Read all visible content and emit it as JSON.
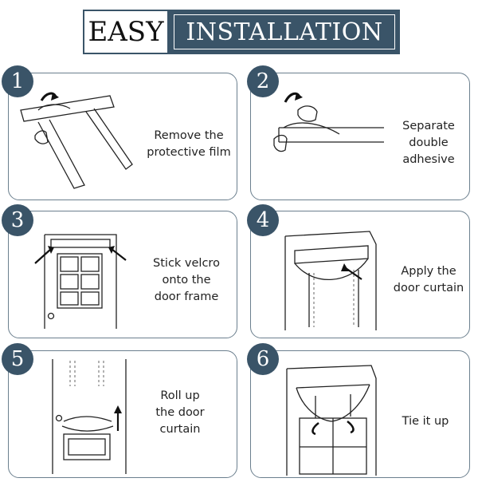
{
  "banner": {
    "left": "EASY",
    "right": "INSTALLATION"
  },
  "steps": [
    {
      "num": "1",
      "caption": "Remove the\nprotective film"
    },
    {
      "num": "2",
      "caption": "Separate\ndouble\nadhesive"
    },
    {
      "num": "3",
      "caption": "Stick velcro\nonto the\ndoor frame"
    },
    {
      "num": "4",
      "caption": "Apply the\ndoor curtain"
    },
    {
      "num": "5",
      "caption": "Roll up\nthe door\ncurtain"
    },
    {
      "num": "6",
      "caption": "Tie it up"
    }
  ],
  "colors": {
    "accent": "#3a5468",
    "border": "#6b7f8e"
  }
}
